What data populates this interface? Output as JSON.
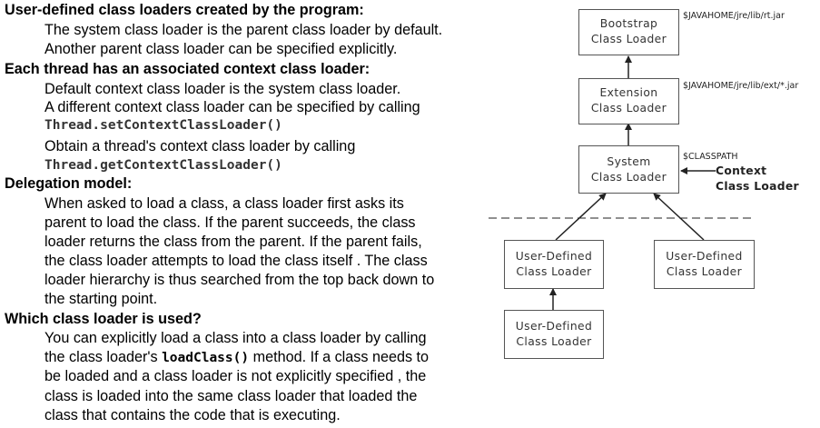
{
  "text": {
    "s1": {
      "heading": "User-defined class loaders created by the program:",
      "l1": "The system class loader is the parent class loader by default.",
      "l2": "Another parent class loader can be specified explicitly."
    },
    "s2": {
      "heading": "Each thread has an associated context class loader:",
      "l1": "Default context class loader is the system class loader.",
      "l2": "A different context class loader can be specified by calling",
      "code1": "Thread.setContextClassLoader()",
      "l3": "Obtain a thread's context class loader by calling",
      "code2": "Thread.getContextClassLoader()"
    },
    "s3": {
      "heading": "Delegation model:",
      "lines": [
        "When asked to load a class, a class loader first asks its",
        "parent to load the class. If the parent succeeds, the class",
        "loader returns the class from the parent. If the parent fails,",
        "the class loader attempts to load the class itself . The class",
        "loader hierarchy is thus searched from the top back down to",
        "the starting point."
      ]
    },
    "s4": {
      "heading": "Which class loader is used?",
      "l1": "You can explicitly load a class into a class loader by calling",
      "l2_pre": "the class loader's ",
      "l2_code": "loadClass()",
      "l2_post": " method.  If a class needs to",
      "l3": "be loaded and a class loader is not explicitly specified , the",
      "l4": "class is loaded into the same class loader that loaded the",
      "l5": "class that contains the code that is executing."
    }
  },
  "diagram": {
    "bootstrap": {
      "line1": "Bootstrap",
      "line2": "Class Loader",
      "path": "$JAVAHOME/jre/lib/rt.jar"
    },
    "extension": {
      "line1": "Extension",
      "line2": "Class Loader",
      "path": "$JAVAHOME/jre/lib/ext/*.jar"
    },
    "system": {
      "line1": "System",
      "line2": "Class Loader",
      "path": "$CLASSPATH"
    },
    "context": {
      "line1": "Context",
      "line2": "Class Loader"
    },
    "user_left": {
      "line1": "User-Defined",
      "line2": "Class Loader"
    },
    "user_right": {
      "line1": "User-Defined",
      "line2": "Class Loader"
    },
    "user_bottom": {
      "line1": "User-Defined",
      "line2": "Class Loader"
    },
    "colors": {
      "box_border": "#555555",
      "line": "#222222",
      "text": "#333333"
    }
  }
}
